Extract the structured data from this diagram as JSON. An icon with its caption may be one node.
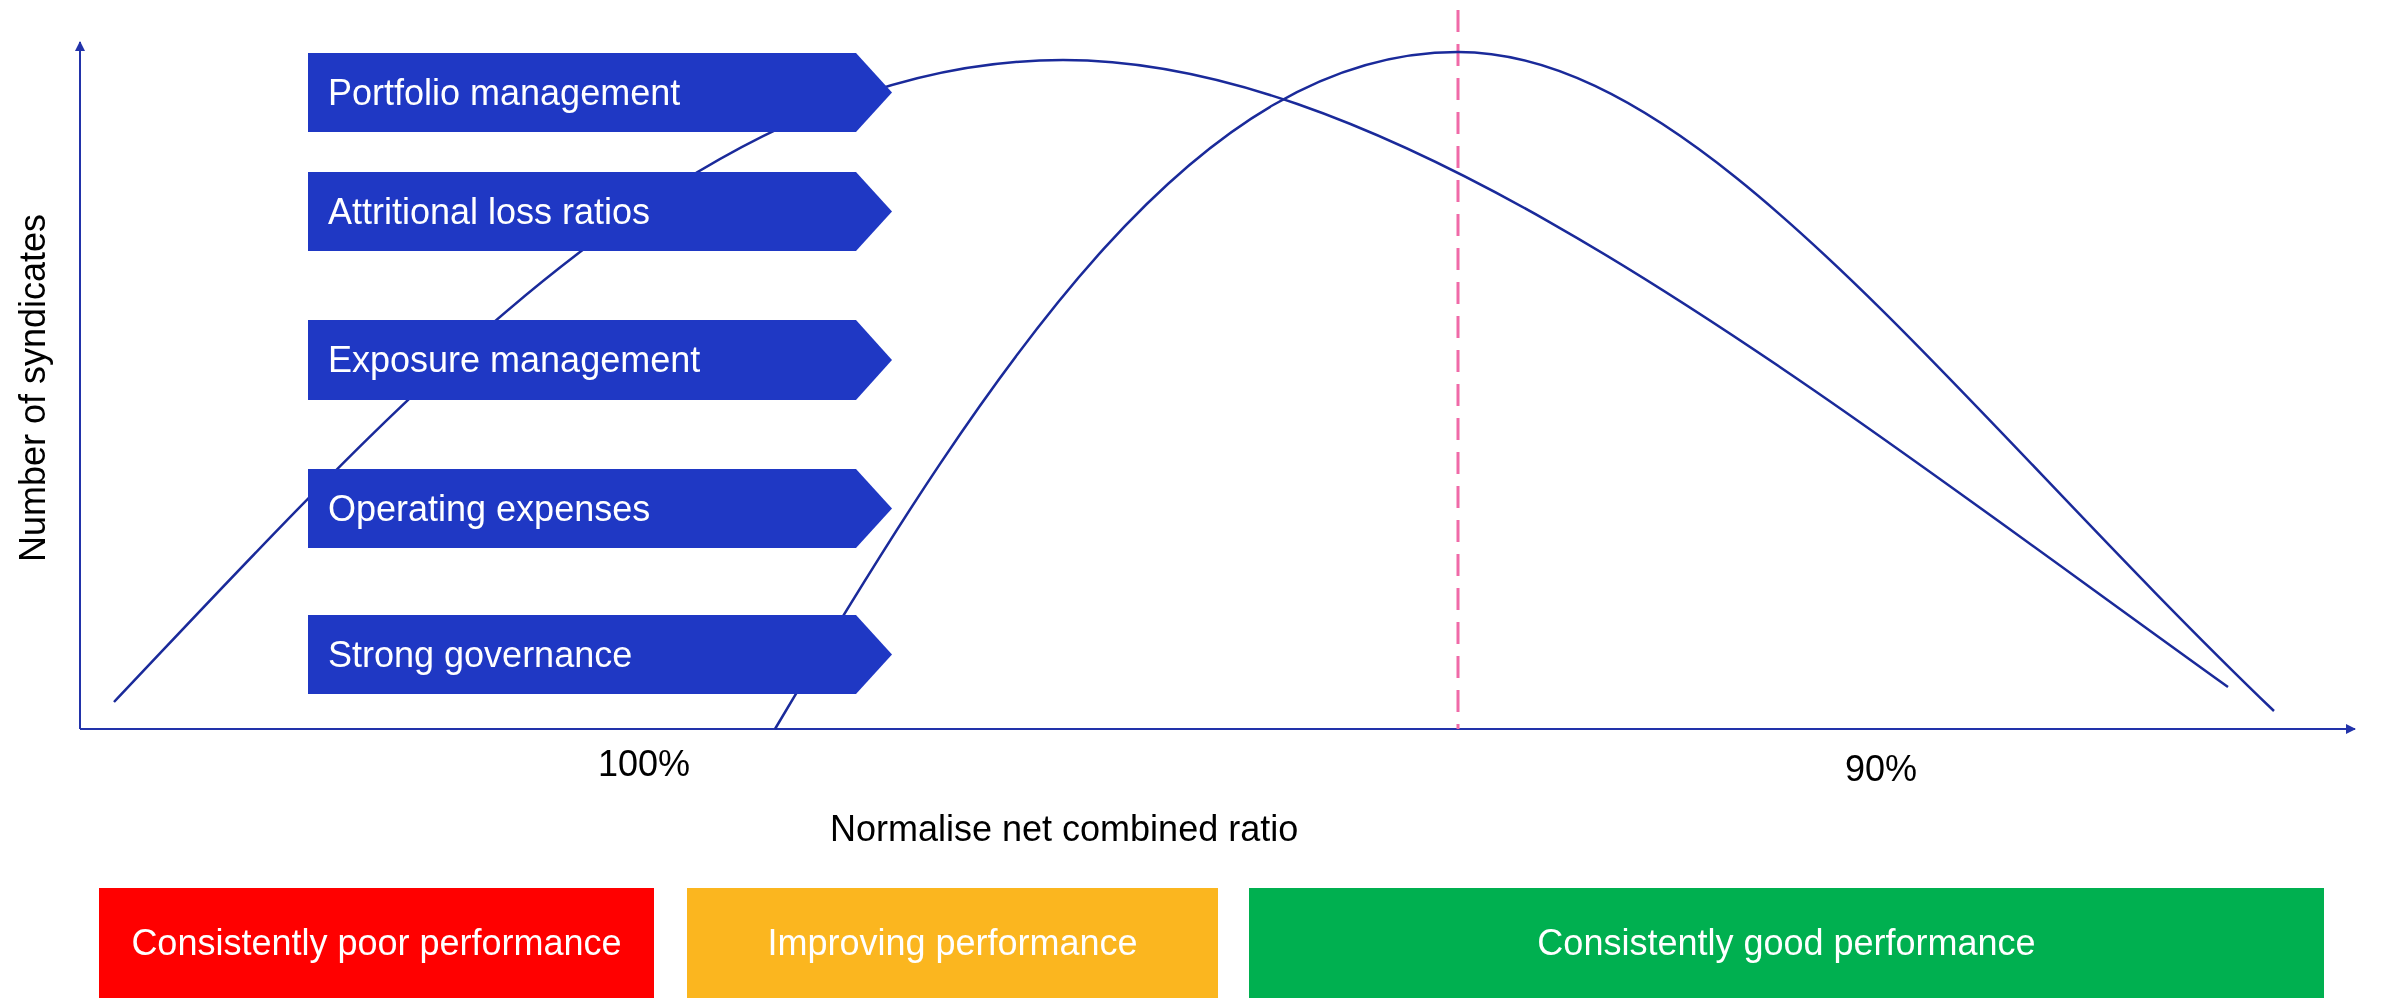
{
  "diagram": {
    "nodes": [
      {
        "text": [
          "Portfolio management"
        ]
      },
      {
        "text": [
          "Attritional loss ratios"
        ]
      },
      {
        "text": [
          "Exposure management"
        ]
      },
      {
        "text": [
          "Operating expenses"
        ]
      },
      {
        "text": [
          "Strong governance"
        ]
      },
      {
        "text": [
          "Consistently poor performance"
        ]
      },
      {
        "text": [
          "Improving performance"
        ]
      },
      {
        "text": [
          "Consistently good performance"
        ]
      }
    ],
    "labels": [
      "Number of syndicates",
      "100%",
      "90%",
      "Normalise net combined ratio"
    ]
  }
}
